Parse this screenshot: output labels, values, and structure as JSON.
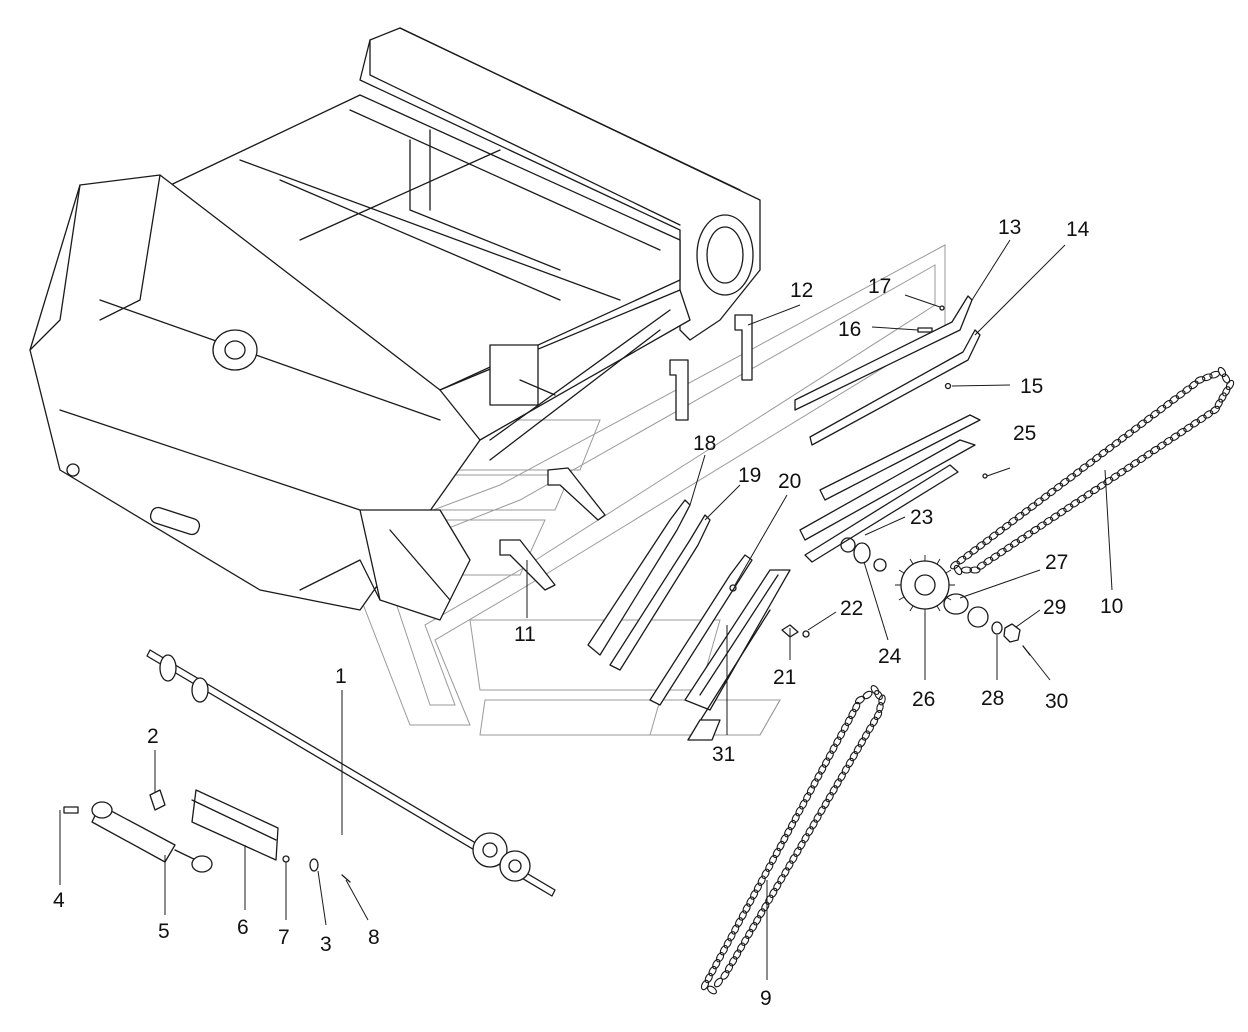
{
  "callouts": {
    "c1": "1",
    "c2": "2",
    "c3": "3",
    "c4": "4",
    "c5": "5",
    "c6": "6",
    "c7": "7",
    "c8": "8",
    "c9": "9",
    "c10": "10",
    "c11": "11",
    "c12": "12",
    "c13": "13",
    "c14": "14",
    "c15": "15",
    "c16": "16",
    "c17": "17",
    "c18": "18",
    "c19": "19",
    "c20": "20",
    "c21": "21",
    "c22": "22",
    "c23": "23",
    "c24": "24",
    "c25": "25",
    "c26": "26",
    "c27": "27",
    "c28": "28",
    "c29": "29",
    "c30": "30",
    "c31": "31"
  },
  "colors": {
    "ink": "#1a1a1a",
    "watermark": "#9a9a9a",
    "background": "#ffffff"
  }
}
